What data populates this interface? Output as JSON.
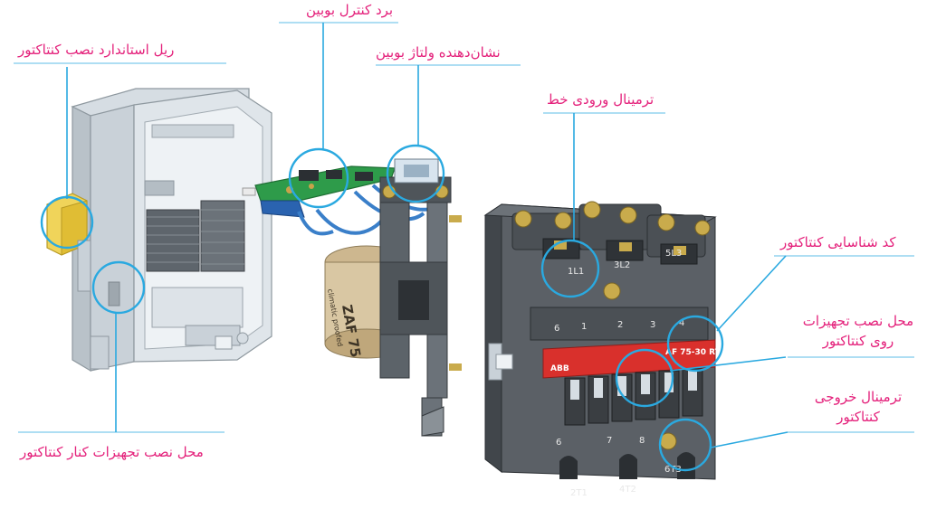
{
  "labels": {
    "rail": "ریل استاندارد نصب کنتاکتور",
    "coil_board": "برد کنترل بوبین",
    "coil_indicator": "نشان‌دهنده ولتاژ بوبین",
    "line_terminal": "ترمینال ورودی خط",
    "contactor_code": "کد شناسایی کنتاکتور",
    "accessory_top": "محل نصب تجهیزات روی کنتاکتور",
    "output_terminal": "ترمینال خروجی کنتاکتور",
    "accessory_side": "محل نصب تجهیزات کنار کنتاکتور"
  },
  "terminals_top": [
    "1L1",
    "3L2",
    "5L3"
  ],
  "terminals_bottom": [
    "2T1",
    "4T2",
    "6T3"
  ],
  "brand": "ABB",
  "model": "AF 75-30 RT",
  "coil_text": "ZAF 75",
  "coil_subtext": "climatic proofed",
  "colors": {
    "label": "#e4217b",
    "callout": "#2aa9e0",
    "housing": "#c9d1d9",
    "contactor_body": "#5b6066",
    "pcb": "#2e9b4a",
    "coil": "#d9c7a3",
    "rail": "#e8c84a",
    "plate": "#d9302c"
  }
}
